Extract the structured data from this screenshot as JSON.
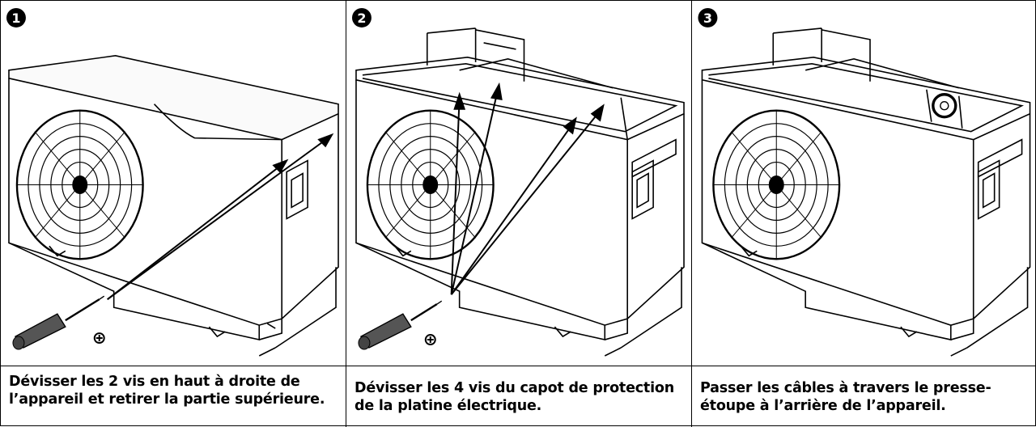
{
  "steps": [
    {
      "number": "1",
      "caption": "Dévisser les 2 vis en haut à droite de l’appareil et retirer la partie supérieure."
    },
    {
      "number": "2",
      "caption": "Dévisser les 4 vis du capot de protection de la platine électrique."
    },
    {
      "number": "3",
      "caption": "Passer les câbles à travers le presse-étoupe à l’arrière de l’appareil."
    }
  ],
  "icons": {
    "screwdriver": "screwdriver-icon",
    "phillips": "phillips-screw-icon",
    "fan": "fan-grille-icon",
    "highlight": "cable-gland-highlight-circle"
  },
  "colors": {
    "line": "#000000",
    "background": "#ffffff",
    "handle": "#555555"
  }
}
